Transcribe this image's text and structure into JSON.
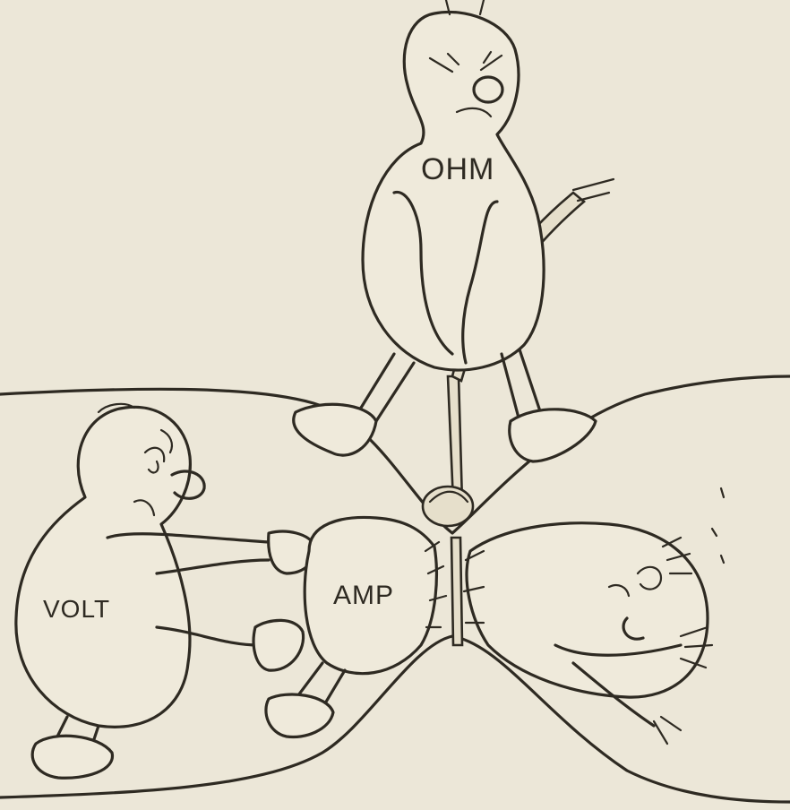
{
  "labels": {
    "ohm": "OHM",
    "volt": "VOLT",
    "amp": "AMP"
  },
  "colors": {
    "paper": "#ece7d8",
    "ink": "#2e2a22"
  }
}
